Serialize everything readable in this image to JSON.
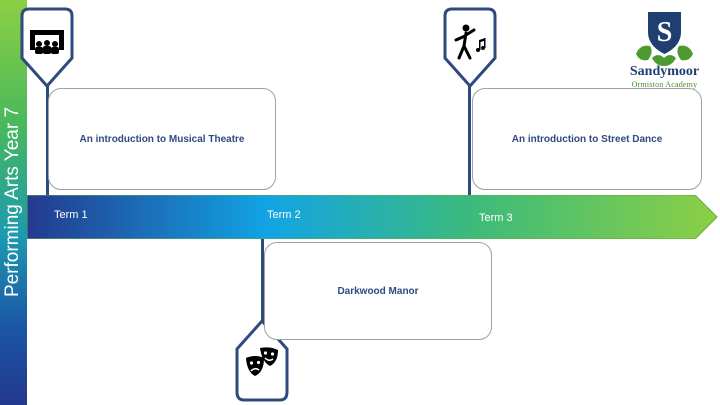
{
  "sidebar": {
    "title": "Performing Arts Year 7"
  },
  "timeline": {
    "terms": [
      "Term 1",
      "Term 2",
      "Term 3"
    ],
    "topics": {
      "musical_theatre": "An introduction to Musical Theatre",
      "street_dance": "An introduction to Street Dance",
      "darkwood": "Darkwood Manor"
    },
    "icons": {
      "theatre": "theatre-audience-icon",
      "dance": "street-dancer-icon",
      "drama": "drama-masks-icon"
    }
  },
  "logo": {
    "name": "Sandymoor",
    "subtitle": "Ormiston Academy"
  },
  "colors": {
    "accent": "#2f4a7e",
    "green": "#8ccf45",
    "blue": "#1b58a4"
  }
}
